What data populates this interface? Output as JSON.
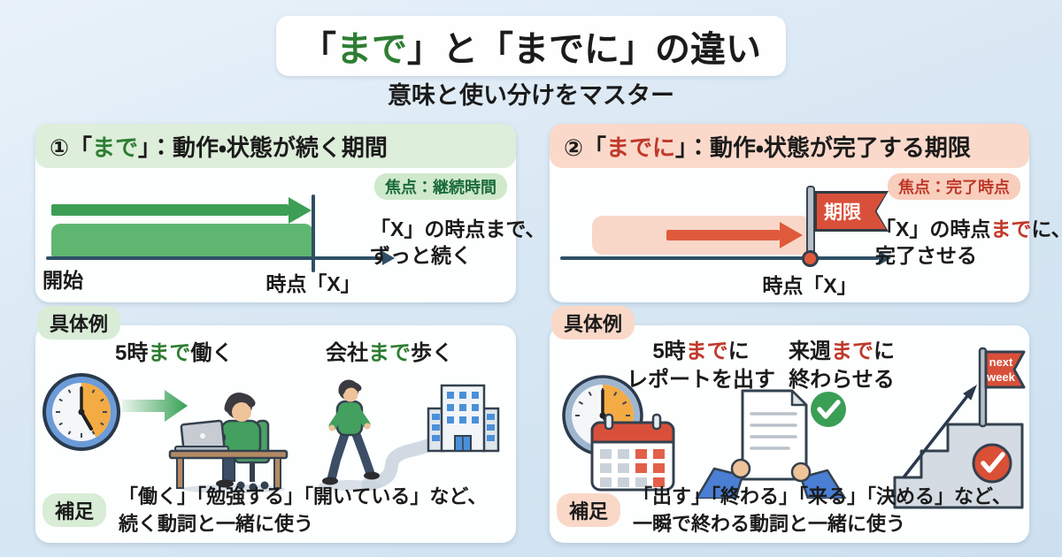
{
  "title": {
    "open_quote": "「",
    "keyword": "まで",
    "rest": "」と「までに」の違い"
  },
  "subtitle": "意味と使い分けをマスター",
  "colors": {
    "background": "#d9e8f4",
    "green_keyword": "#2e7d32",
    "red_keyword": "#c0392b",
    "green_arrow": "#3d9e56",
    "green_bar": "#5fb671",
    "orange_arrow": "#df5a3b",
    "pink_bar": "#f9d7c8",
    "flag_red": "#d9503a",
    "axis_navy": "#2f4f66",
    "header_green": "#ddeeda",
    "header_pink": "#fbd9ca"
  },
  "panel_made": {
    "header": {
      "pre": "①「",
      "keyword": "まで",
      "post": "」：動作・状態が続く期間"
    },
    "focus_badge": "焦点：継続時間",
    "start_label": "開始",
    "point_label": "時点「X」",
    "note_line1": "「X」の時点まで、",
    "note_line2": "ずっと続く"
  },
  "panel_madeni": {
    "header": {
      "pre": "②「",
      "keyword": "までに",
      "post": "」：動作・状態が完了する期限"
    },
    "focus_badge": "焦点：完了時点",
    "flag_label": "期限",
    "point_label": "時点「X」",
    "note": {
      "pre": "「X」の時点",
      "keyword": "まで",
      "post": "に、",
      "line2": "完了させる"
    }
  },
  "examples_made": {
    "badge": "具体例",
    "example1": {
      "pre": "5時",
      "keyword": "まで",
      "post": "働く"
    },
    "example2": {
      "pre": "会社",
      "keyword": "まで",
      "post": "歩く"
    },
    "note_badge": "補足",
    "note_line1": "「働く」「勉強する」「開いている」など、",
    "note_line2": "続く動詞と一緒に使う"
  },
  "examples_madeni": {
    "badge": "具体例",
    "example1": {
      "pre": "5時",
      "keyword": "まで",
      "post": "に",
      "line2": "レポートを出す"
    },
    "example2": {
      "pre": "来週",
      "keyword": "まで",
      "post": "に",
      "line2": "終わらせる"
    },
    "flag": {
      "line1": "next",
      "line2": "week"
    },
    "note_badge": "補足",
    "note_line1": "「出す」「終わる」「来る」「決める」など、",
    "note_line2": "一瞬で終わる動詞と一緒に使う"
  }
}
